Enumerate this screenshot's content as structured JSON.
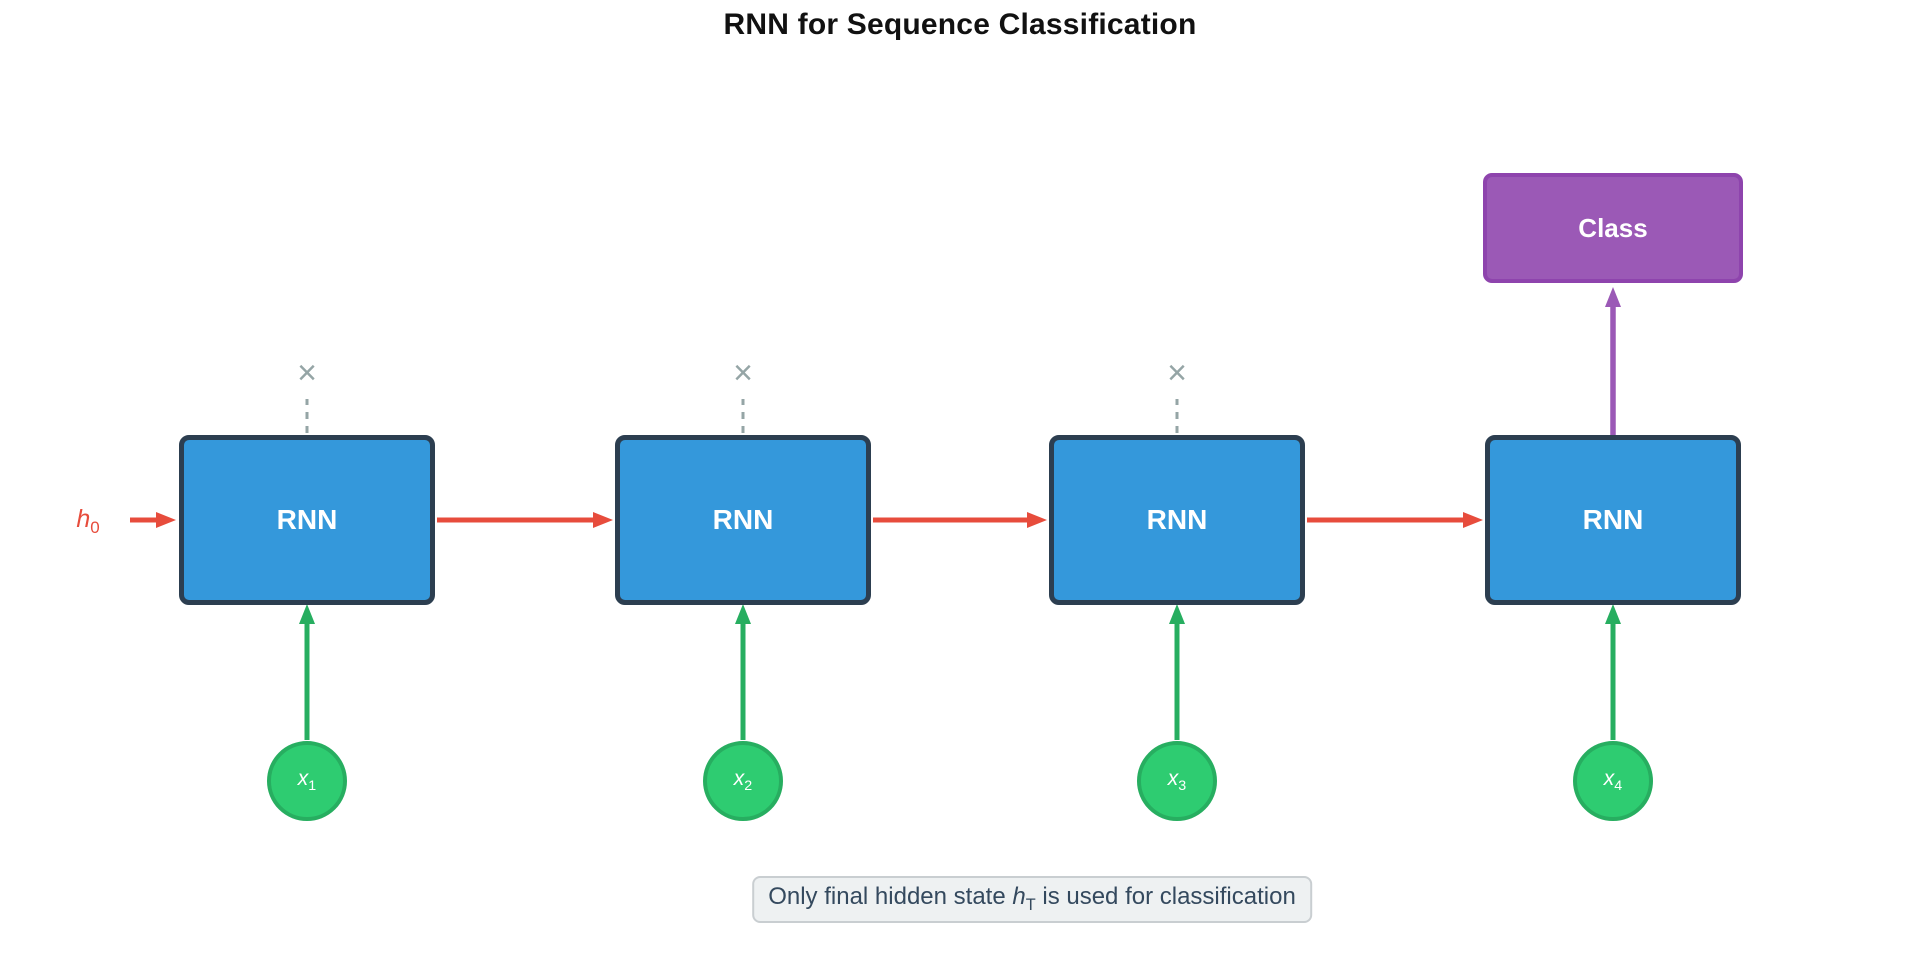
{
  "title": "RNN for Sequence Classification",
  "colors": {
    "title_color": "#111111",
    "blue_fill": "#3498db",
    "node_border": "#2c3e50",
    "node_text": "#ffffff",
    "red": "#e74c3c",
    "green_fill": "#2ecc71",
    "green_dark": "#27ae60",
    "purple_fill": "#9b59b6",
    "purple_dark": "#8e44ad",
    "gray": "#95a5a6",
    "caption_text": "#34495e",
    "caption_bg": "#eef1f2",
    "caption_border": "#c9ced1"
  },
  "nodes": {
    "rnn_labels": [
      "RNN",
      "RNN",
      "RNN",
      "RNN"
    ],
    "class_label": "Class",
    "inputs": [
      {
        "base": "x",
        "sub": "1"
      },
      {
        "base": "x",
        "sub": "2"
      },
      {
        "base": "x",
        "sub": "3"
      },
      {
        "base": "x",
        "sub": "4"
      }
    ],
    "initial_hidden": {
      "base": "h",
      "sub": "0"
    }
  },
  "icons": {
    "unused_output": "×"
  },
  "caption": {
    "prefix": "Only final hidden state ",
    "var": {
      "base": "h",
      "sub": "T"
    },
    "suffix": " is used for classification"
  }
}
